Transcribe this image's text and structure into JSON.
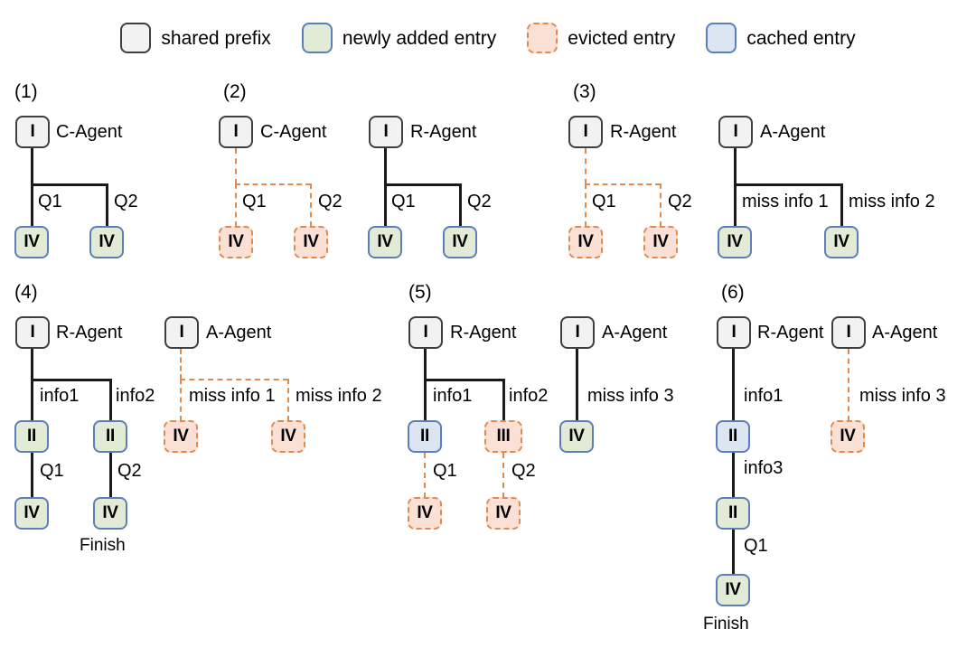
{
  "legend": {
    "items": [
      {
        "label": "shared prefix",
        "type": "shared",
        "fill": "#f2f2f2",
        "stroke": "#3f3f3f"
      },
      {
        "label": "newly added entry",
        "type": "new",
        "fill": "#e2ebd6",
        "stroke": "#5b7fb9"
      },
      {
        "label": "evicted entry",
        "type": "evict",
        "fill": "#fbe0d5",
        "stroke": "#e08b50"
      },
      {
        "label": "cached entry",
        "type": "cached",
        "fill": "#dce6f2",
        "stroke": "#5b7fb9"
      }
    ]
  },
  "panels": {
    "p1": {
      "index": "(1)",
      "agents": [
        "C-Agent"
      ]
    },
    "p2": {
      "index": "(2)",
      "agents": [
        "C-Agent",
        "R-Agent"
      ]
    },
    "p3": {
      "index": "(3)",
      "agents": [
        "R-Agent",
        "A-Agent"
      ]
    },
    "p4": {
      "index": "(4)",
      "agents": [
        "R-Agent",
        "A-Agent"
      ],
      "finish": "Finish"
    },
    "p5": {
      "index": "(5)",
      "agents": [
        "R-Agent",
        "A-Agent"
      ]
    },
    "p6": {
      "index": "(6)",
      "agents": [
        "R-Agent",
        "A-Agent"
      ],
      "finish": "Finish"
    }
  },
  "nodes": {
    "root": "I",
    "two": "II",
    "three": "III",
    "four": "IV"
  },
  "edge_labels": {
    "q1": "Q1",
    "q2": "Q2",
    "info1": "info1",
    "info2": "info2",
    "info3": "info3",
    "miss1": "miss info 1",
    "miss2": "miss info 2",
    "miss3": "miss info 3"
  },
  "colors": {
    "line_solid": "#1a1a1a",
    "line_dashed": "#e08b50",
    "shared_fill": "#f2f2f2",
    "new_fill": "#e2ebd6",
    "evicted_fill": "#fbe0d5",
    "cached_fill": "#dce6f2",
    "blue_stroke": "#5b7fb9",
    "dark_stroke": "#3f3f3f",
    "background": "#ffffff"
  }
}
